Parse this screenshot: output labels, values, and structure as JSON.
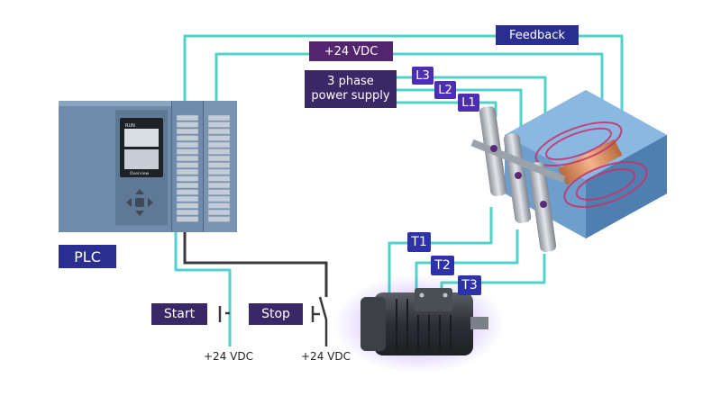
{
  "plc_label": "PLC",
  "supply_24_top": "+24 VDC",
  "feedback": "Feedback",
  "power_supply": {
    "line1": "3 phase",
    "line2": "power supply"
  },
  "lines": [
    "L3",
    "L2",
    "L1"
  ],
  "terminals": [
    "T1",
    "T2",
    "T3"
  ],
  "start": "Start",
  "stop": "Stop",
  "supply_24_start": "+24 VDC",
  "supply_24_stop": "+24 VDC",
  "cpu_screen": {
    "status": "RUN",
    "footer": "Overview"
  },
  "colors": {
    "wire": "#4fd3c8",
    "control_wire": "#3a3a3a",
    "label_blue": "#2a2f8f",
    "label_purple": "#53256e",
    "coil": "#c9306e",
    "motor_glow": "#7b4ff0"
  }
}
